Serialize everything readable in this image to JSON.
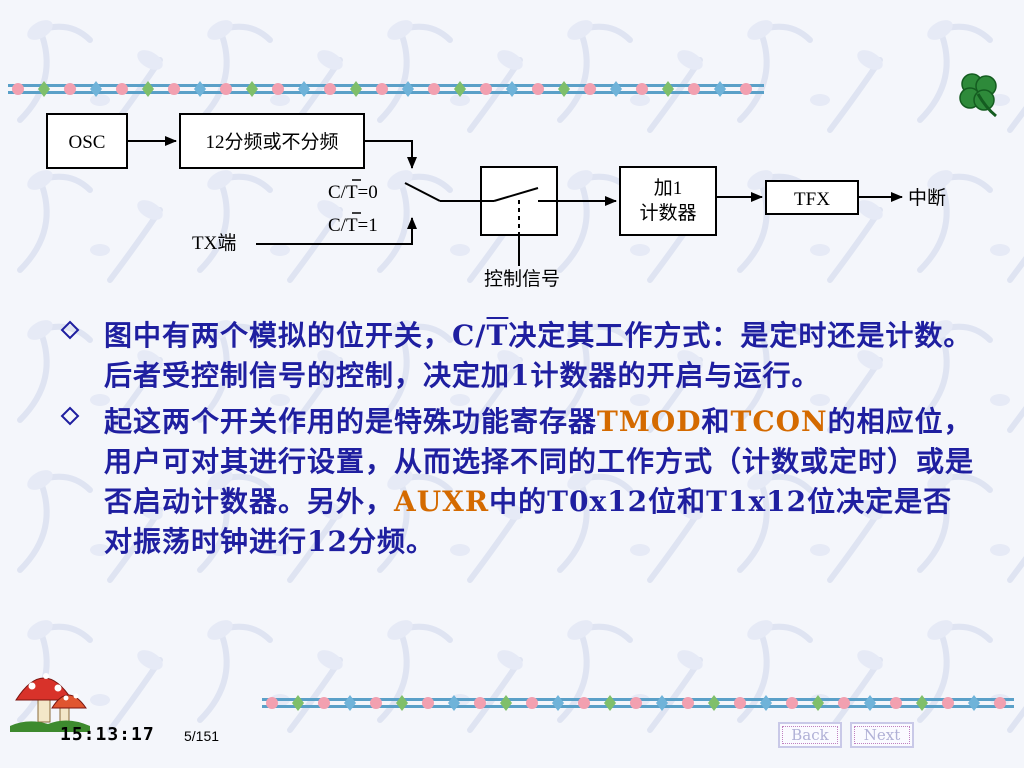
{
  "diagram": {
    "osc": "OSC",
    "divider": "12分频或不分频",
    "switch_ct0": "C/T=0",
    "switch_ct1": "C/T=1",
    "tx": "TX端",
    "control": "控制信号",
    "counter_line1": "加1",
    "counter_line2": "计数器",
    "tfx": "TFX",
    "interrupt": "中断"
  },
  "bullets": [
    {
      "p1": "图中有两个模拟的位开关，",
      "ct_c": "C/",
      "ct_t": "T",
      "p2": "决定其工作方式：是定时还是计数。后者受控制信号的控制，决定加1计数器的开启与运行。"
    },
    {
      "p1": "起这两个开关作用的是特殊功能寄存器",
      "h1": "TMOD",
      "p2": "和",
      "h2": "TCON",
      "p3": "的相应位，用户可对其进行设置，从而选择不同的工作方式（计数或定时）或是否启动计数器。另外，",
      "h3": "AUXR",
      "p4": "中的T0x12位和T1x12位决定是否对振荡时钟进行12分频。"
    }
  ],
  "footer": {
    "clock": "15:13:17",
    "page": "5/151",
    "back": "Back",
    "next": "Next"
  },
  "colors": {
    "text_blue": "#1f1fa0",
    "highlight_orange": "#d46a00"
  },
  "icons": [
    "clover-icon",
    "mushroom-icon",
    "bullet-diamond-icon"
  ]
}
